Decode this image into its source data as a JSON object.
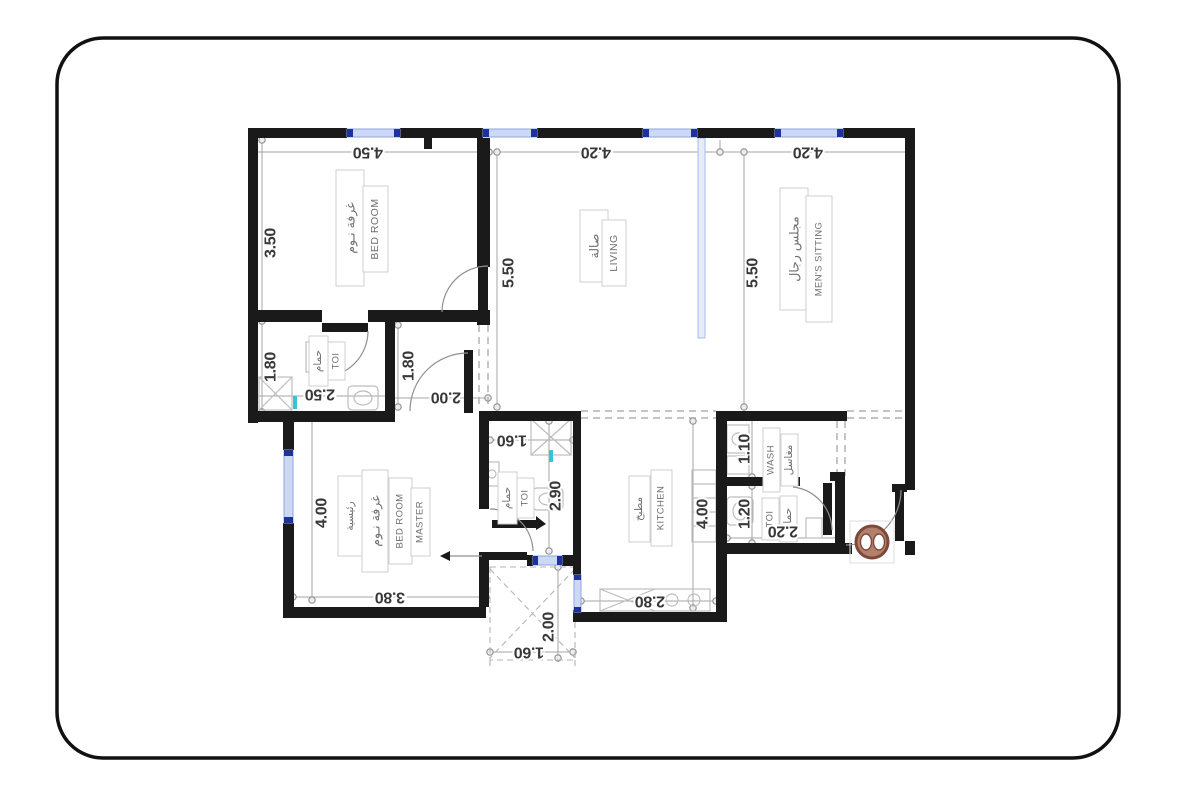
{
  "rooms": {
    "bedroom": {
      "label_ar": "غرفة نـوم",
      "label_en": "BED  ROOM"
    },
    "living": {
      "label_ar": "صالة",
      "label_en": "LIVING"
    },
    "mens_sitting": {
      "label_ar": "مجلس رجال",
      "label_en": "MEN'S  SITTING"
    },
    "master_bedroom": {
      "label_ar_line1": "رئيسية",
      "label_ar_line2": "غرفة نـوم",
      "label_en_line1": "BED  ROOM",
      "label_en_line2": "MASTER"
    },
    "bedroom_toilet": {
      "label_ar": "حمام",
      "label_en": "TOI"
    },
    "master_toilet": {
      "label_ar": "حمام",
      "label_en": "TOI"
    },
    "kitchen": {
      "label_ar": "مطبخ",
      "label_en": "KITCHEN"
    },
    "wash": {
      "label_en": "WASH",
      "label_ar": "مغاسل"
    },
    "guest_toilet": {
      "label_en": "TOI",
      "label_ar": "حمام"
    }
  },
  "dimensions": {
    "bedroom_width": "4.50",
    "living_width": "4.20",
    "mens_sitting_width": "4.20",
    "bedroom_height": "3.50",
    "bedroom_toilet_height": "1.80",
    "bedroom_toilet_width": "2.50",
    "hall_height": "1.80",
    "hall_width": "2.00",
    "living_height": "5.50",
    "mens_sitting_height": "5.50",
    "master_height": "4.00",
    "master_width": "3.80",
    "master_toilet_width": "1.60",
    "master_toilet_height": "2.90",
    "kitchen_width": "2.80",
    "kitchen_height": "4.00",
    "wash_height": "1.10",
    "guest_toilet_height": "1.20",
    "guest_toilet_width": "2.20",
    "shaft_height": "2.00",
    "shaft_width": "1.60"
  },
  "colors": {
    "wall": "#1a1a1a",
    "window_fill": "#ccd8f5",
    "window_cap": "#1e329e",
    "dimension_text": "#383838",
    "label_text": "#6f6f6f",
    "thin_line": "#a6a6a6",
    "shower_accent": "#38c2dc",
    "entry_pot_fill": "#b2806d",
    "entry_pot_ring": "#7d4938"
  }
}
